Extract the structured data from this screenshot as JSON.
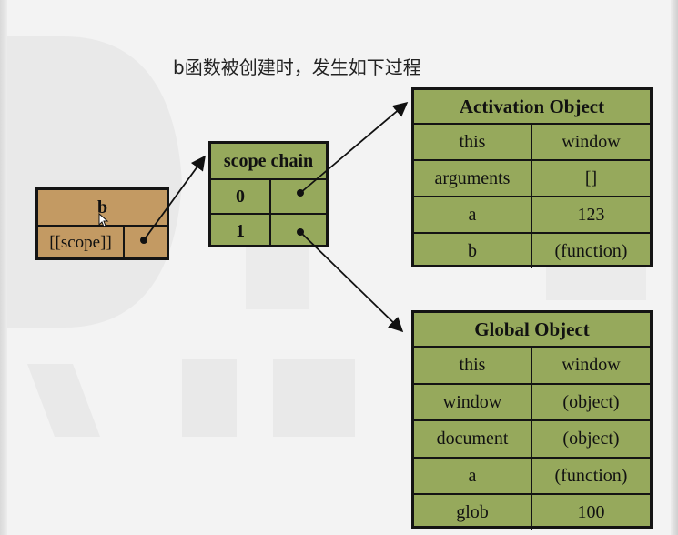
{
  "title": "b函数被创建时，发生如下过程",
  "function_box": {
    "name": "b",
    "scope_label": "[[scope]]"
  },
  "scope_chain": {
    "label": "scope chain",
    "slots": [
      "0",
      "1"
    ]
  },
  "activation_object": {
    "title": "Activation Object",
    "rows": [
      {
        "key": "this",
        "value": "window"
      },
      {
        "key": "arguments",
        "value": "[]"
      },
      {
        "key": "a",
        "value": "123"
      },
      {
        "key": "b",
        "value": "(function)"
      }
    ]
  },
  "global_object": {
    "title": "Global Object",
    "rows": [
      {
        "key": "this",
        "value": "window"
      },
      {
        "key": "window",
        "value": "(object)"
      },
      {
        "key": "document",
        "value": "(object)"
      },
      {
        "key": "a",
        "value": "(function)"
      },
      {
        "key": "glob",
        "value": "100"
      }
    ]
  },
  "colors": {
    "function_box": "#c39a63",
    "objects": "#96a95c",
    "border": "#141414",
    "background": "#f3f3f3"
  }
}
